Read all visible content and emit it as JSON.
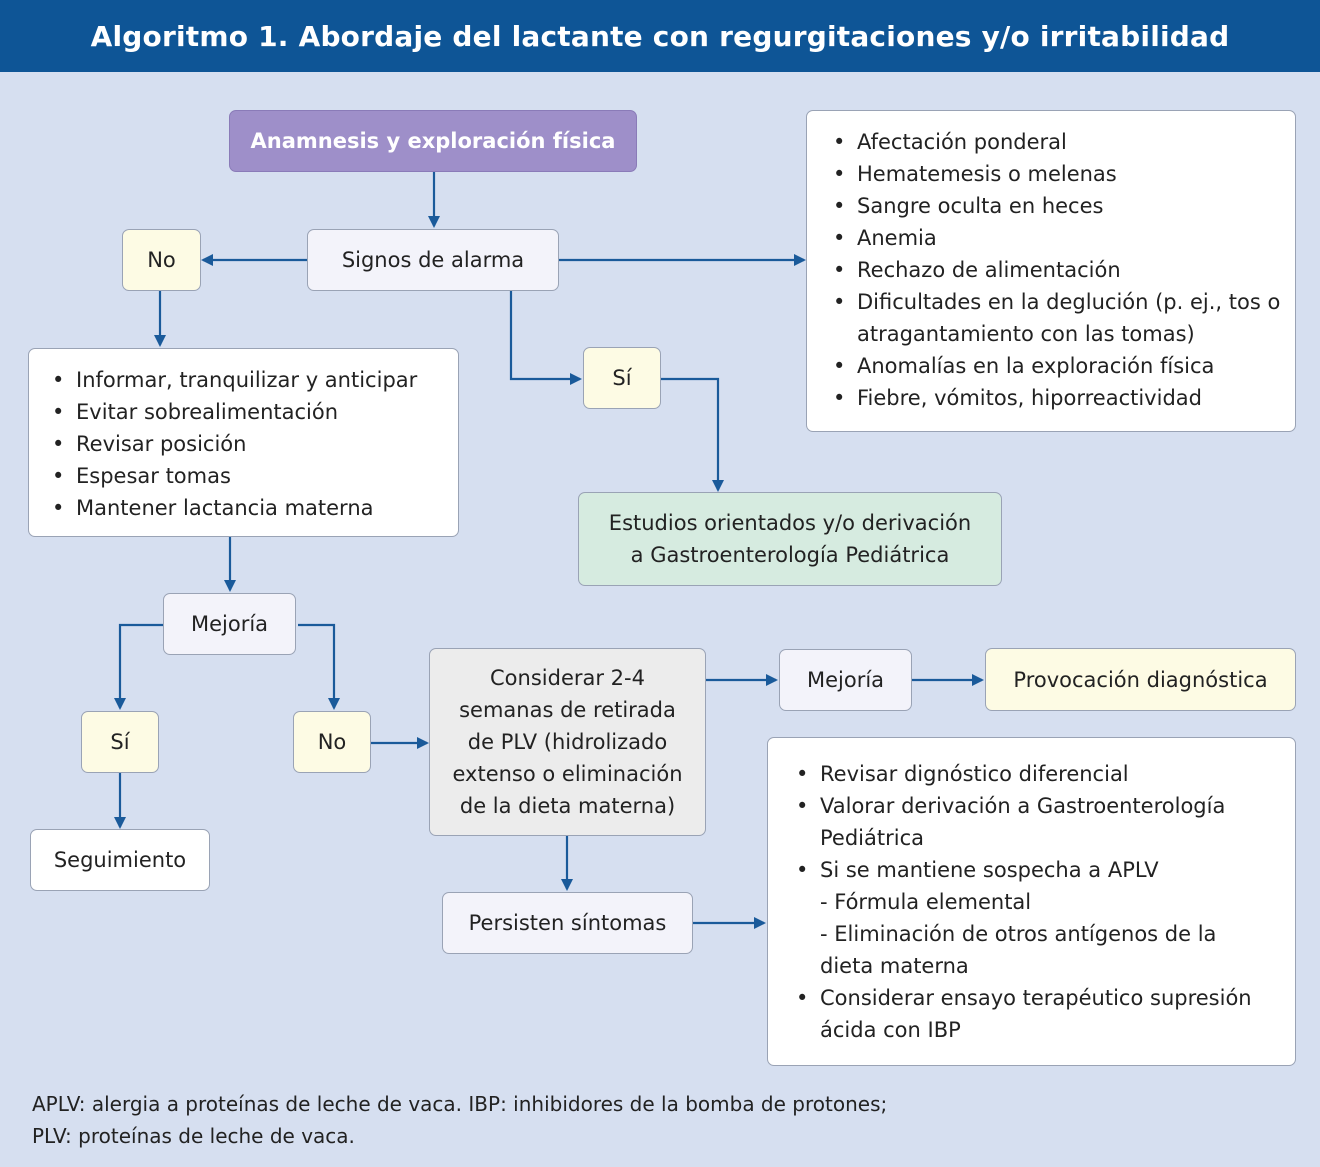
{
  "title": "Algoritmo 1.  Abordaje del lactante con regurgitaciones y/o irritabilidad",
  "nodes": {
    "anamnesis": "Anamnesis y exploración física",
    "signos": "Signos de alarma",
    "no_top": "No",
    "si_top": "Sí",
    "alarm_signs": [
      "Afectación ponderal",
      "Hematemesis o melenas",
      "Sangre oculta en heces",
      "Anemia",
      "Rechazo de alimentación",
      "Dificultades en la deglución (p. ej., tos o atragantamiento con las tomas)",
      "Anomalías en la exploración física",
      "Fiebre, vómitos, hiporreactividad"
    ],
    "measures": [
      "Informar, tranquilizar y anticipar",
      "Evitar sobrealimentación",
      "Revisar posición",
      "Espesar tomas",
      "Mantener lactancia materna"
    ],
    "estudios_line1": "Estudios orientados y/o derivación",
    "estudios_line2": "a Gastroenterología Pediátrica",
    "mejoria_left": "Mejoría",
    "si_left": "Sí",
    "no_left": "No",
    "seguimiento": "Seguimiento",
    "considerar": [
      "Considerar 2-4",
      "semanas de retirada",
      "de PLV (hidrolizado",
      "extenso o eliminación",
      "de la dieta materna)"
    ],
    "mejoria_right": "Mejoría",
    "provocacion": "Provocación diagnóstica",
    "persisten": "Persisten síntomas",
    "final_list": {
      "item1": "Revisar dignóstico diferencial",
      "item2a": "Valorar derivación a Gastroenterología",
      "item2b": "Pediátrica",
      "item3": "Si se mantiene sospecha a APLV",
      "sub1": "-  Fórmula elemental",
      "sub2a": "-  Eliminación de otros antígenos de la",
      "sub2b": "dieta materna",
      "item4a": "Considerar ensayo terapéutico supresión",
      "item4b": "ácida con IBP"
    }
  },
  "footnote": {
    "line1": "APLV: alergia a proteínas de leche de vaca.  IBP: inhibidores de la bomba de protones;",
    "line2": "PLV: proteínas de leche de vaca."
  },
  "colors": {
    "header": "#0e5596",
    "background": "#d6dff0",
    "arrow": "#1a5a9a",
    "purple_box": "#9e8fc9",
    "yellow_box": "#fdfbe4",
    "green_box": "#d6ebe0",
    "grey_box": "#ececec"
  }
}
